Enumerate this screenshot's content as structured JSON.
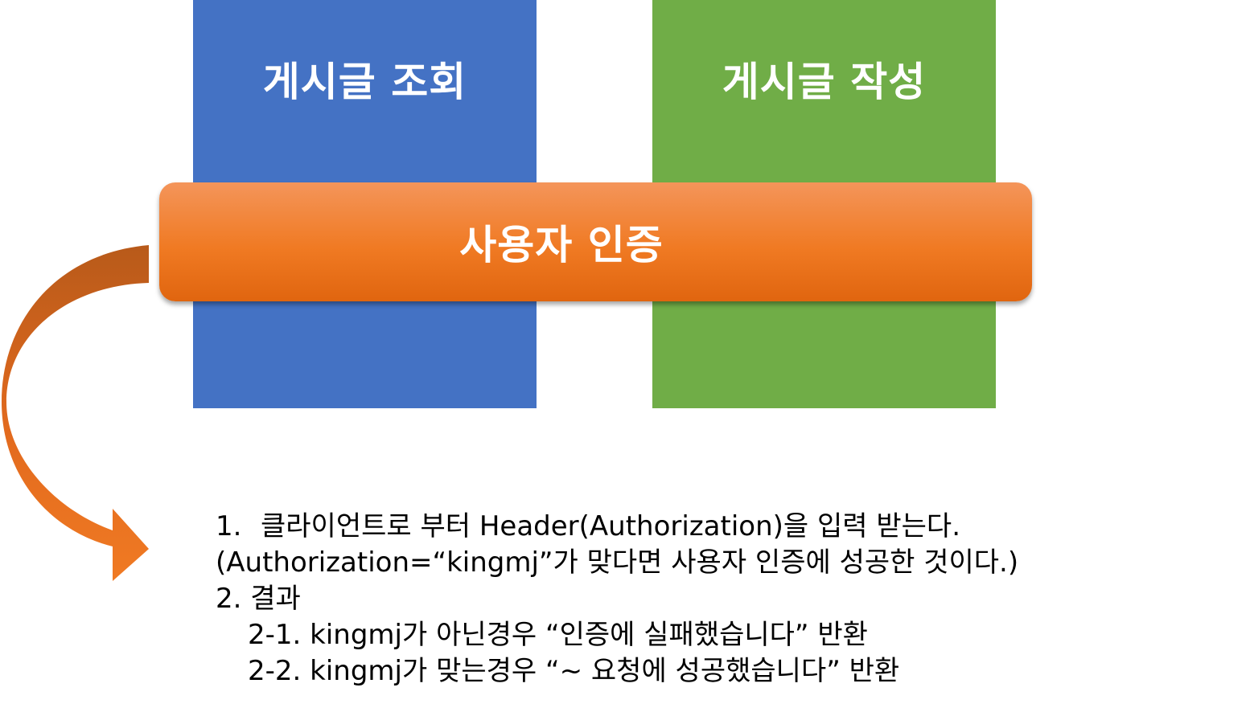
{
  "blocks": {
    "view": {
      "title": "게시글 조회",
      "color": "#4472C4"
    },
    "write": {
      "title": "게시글 작성",
      "color": "#70AD47"
    }
  },
  "auth_bar": {
    "title": "사용자 인증",
    "gradient_top": "#F4955A",
    "gradient_mid": "#F07A23",
    "gradient_bottom": "#E0650F"
  },
  "arrow": {
    "color_top": "#B85A1A",
    "color_bottom": "#F07A23"
  },
  "description": {
    "step1_number": "1.",
    "step1_text": "클라이언트로 부터 Header(Authorization)을 입력 받는다.",
    "step1_note": "(Authorization=“kingmj”가 맞다면 사용자 인증에 성공한 것이다.)",
    "step2": "2. 결과",
    "step2_1": "2-1. kingmj가 아닌경우 “인증에 실패했습니다” 반환",
    "step2_2": "2-2. kingmj가 맞는경우 “~ 요청에 성공했습니다” 반환"
  }
}
